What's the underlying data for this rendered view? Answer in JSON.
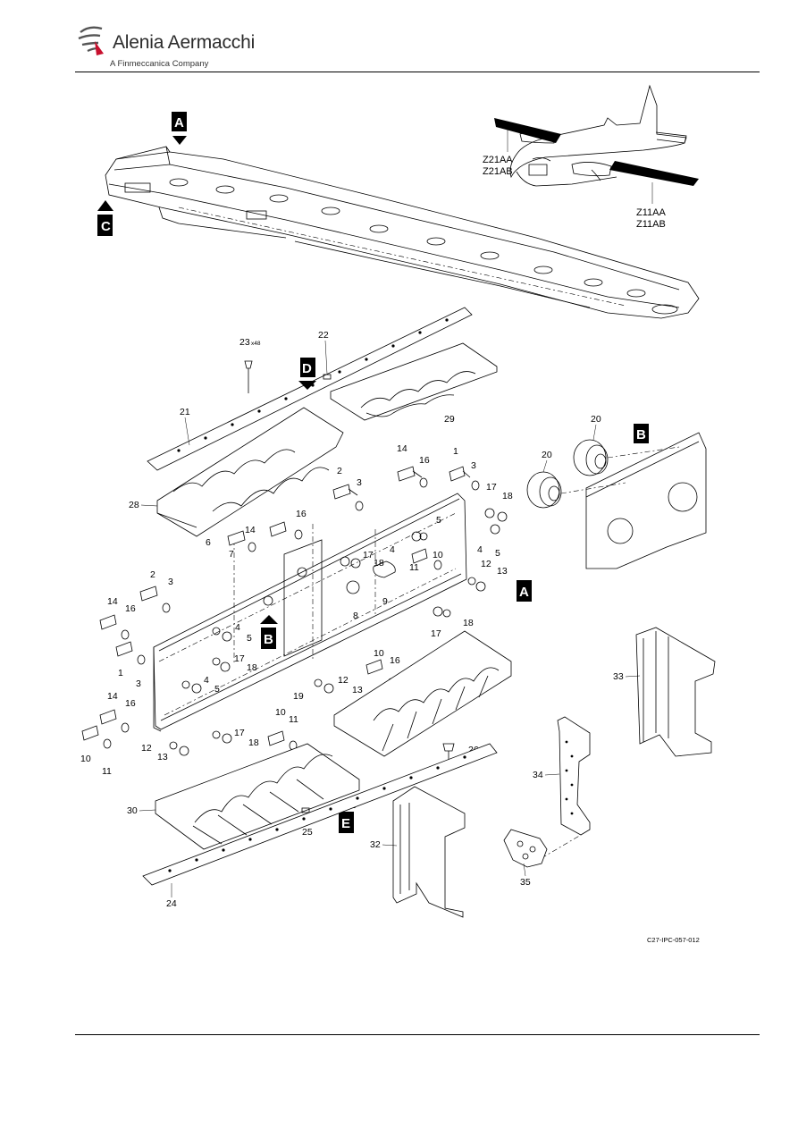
{
  "header": {
    "brand_name": "Alenia Aermacchi",
    "brand_tagline": "A Finmeccanica Company"
  },
  "figure": {
    "zones": {
      "left_top": "Z21AA",
      "left_bottom": "Z21AB",
      "right_top": "Z11AA",
      "right_bottom": "Z11AB"
    },
    "view_letters": [
      "A",
      "B",
      "C",
      "D",
      "E"
    ],
    "callouts": [
      {
        "id": "c23",
        "text": "23",
        "sub": "x48"
      },
      {
        "id": "c22",
        "text": "22"
      },
      {
        "id": "c21",
        "text": "21"
      },
      {
        "id": "c29",
        "text": "29"
      },
      {
        "id": "c28",
        "text": "28"
      },
      {
        "id": "c20a",
        "text": "20"
      },
      {
        "id": "c20b",
        "text": "20"
      },
      {
        "id": "c14a",
        "text": "14"
      },
      {
        "id": "c16a",
        "text": "16"
      },
      {
        "id": "c1a",
        "text": "1"
      },
      {
        "id": "c3a",
        "text": "3"
      },
      {
        "id": "c2a",
        "text": "2"
      },
      {
        "id": "c3b",
        "text": "3"
      },
      {
        "id": "c17a",
        "text": "17"
      },
      {
        "id": "c18a",
        "text": "18"
      },
      {
        "id": "c4a",
        "text": "4"
      },
      {
        "id": "c5a",
        "text": "5"
      },
      {
        "id": "c5b",
        "text": "5"
      },
      {
        "id": "c4b",
        "text": "4"
      },
      {
        "id": "c14b",
        "text": "14"
      },
      {
        "id": "c16b",
        "text": "16"
      },
      {
        "id": "c6",
        "text": "6"
      },
      {
        "id": "c7",
        "text": "7"
      },
      {
        "id": "c17b",
        "text": "17"
      },
      {
        "id": "c18b",
        "text": "18"
      },
      {
        "id": "c10a",
        "text": "10"
      },
      {
        "id": "c11a",
        "text": "11"
      },
      {
        "id": "c12a",
        "text": "12"
      },
      {
        "id": "c13a",
        "text": "13"
      },
      {
        "id": "c8",
        "text": "8"
      },
      {
        "id": "c9",
        "text": "9"
      },
      {
        "id": "c18c",
        "text": "18"
      },
      {
        "id": "c17c",
        "text": "17"
      },
      {
        "id": "c2b",
        "text": "2"
      },
      {
        "id": "c3c",
        "text": "3"
      },
      {
        "id": "c14c",
        "text": "14"
      },
      {
        "id": "c16c",
        "text": "16"
      },
      {
        "id": "c4c",
        "text": "4"
      },
      {
        "id": "c5c",
        "text": "5"
      },
      {
        "id": "c1b",
        "text": "1"
      },
      {
        "id": "c17d",
        "text": "17"
      },
      {
        "id": "c18d",
        "text": "18"
      },
      {
        "id": "c3d",
        "text": "3"
      },
      {
        "id": "c4d",
        "text": "4"
      },
      {
        "id": "c5d",
        "text": "5"
      },
      {
        "id": "c19",
        "text": "19"
      },
      {
        "id": "c10b",
        "text": "10"
      },
      {
        "id": "c16d",
        "text": "16"
      },
      {
        "id": "c12b",
        "text": "12"
      },
      {
        "id": "c13b",
        "text": "13"
      },
      {
        "id": "c14d",
        "text": "14"
      },
      {
        "id": "c16e",
        "text": "16"
      },
      {
        "id": "c10c",
        "text": "10"
      },
      {
        "id": "c11b",
        "text": "11"
      },
      {
        "id": "c17e",
        "text": "17"
      },
      {
        "id": "c18e",
        "text": "18"
      },
      {
        "id": "c12c",
        "text": "12"
      },
      {
        "id": "c13c",
        "text": "13"
      },
      {
        "id": "c10d",
        "text": "10"
      },
      {
        "id": "c11c",
        "text": "11"
      },
      {
        "id": "c26",
        "text": "26",
        "sub": "x48"
      },
      {
        "id": "c33",
        "text": "33"
      },
      {
        "id": "c34",
        "text": "34"
      },
      {
        "id": "c30",
        "text": "30"
      },
      {
        "id": "c25",
        "text": "25"
      },
      {
        "id": "c32",
        "text": "32"
      },
      {
        "id": "c35",
        "text": "35"
      },
      {
        "id": "c24",
        "text": "24"
      }
    ],
    "figure_ref": "C27-IPC-057-012"
  }
}
